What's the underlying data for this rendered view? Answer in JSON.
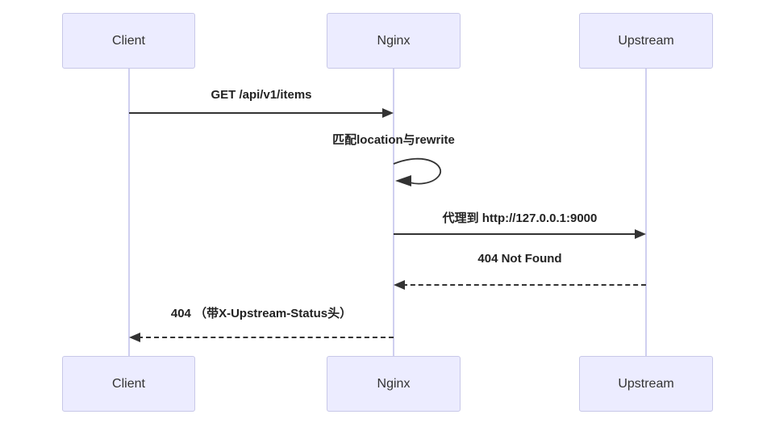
{
  "diagram": {
    "type": "sequence",
    "participants": [
      {
        "name": "Client"
      },
      {
        "name": "Nginx"
      },
      {
        "name": "Upstream"
      }
    ],
    "messages": [
      {
        "from": "Client",
        "to": "Nginx",
        "label": "GET /api/v1/items",
        "line": "solid"
      },
      {
        "from": "Nginx",
        "to": "Nginx",
        "label": "匹配location与rewrite",
        "line": "self"
      },
      {
        "from": "Nginx",
        "to": "Upstream",
        "label": "代理到 http://127.0.0.1:9000",
        "line": "solid"
      },
      {
        "from": "Upstream",
        "to": "Nginx",
        "label": "404 Not Found",
        "line": "dashed"
      },
      {
        "from": "Nginx",
        "to": "Client",
        "label": "404 （带X-Upstream-Status头）",
        "line": "dashed"
      }
    ],
    "colors": {
      "actor_fill": "#ECECFF",
      "actor_border": "#C8C8E8",
      "lifeline": "#CFCFF0",
      "arrow": "#333333",
      "text": "#222222"
    }
  }
}
